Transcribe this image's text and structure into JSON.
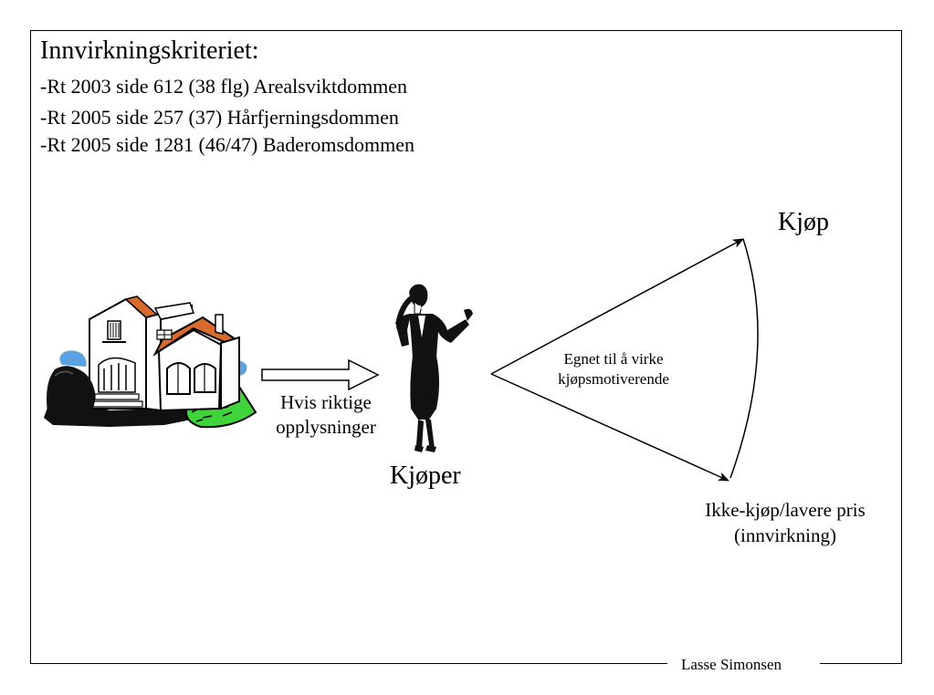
{
  "slide": {
    "title": "Innvirkningskriteriet:",
    "references": [
      "-Rt 2003 side 612 (38 flg) Arealsviktdommen",
      "-Rt 2005 side 257 (37) Hårfjerningsdommen",
      "-Rt 2005 side 1281 (46/47) Baderomsdommen"
    ],
    "author": "Lasse Simonsen"
  },
  "diagram": {
    "condition_lines": [
      "Hvis riktige",
      "opplysninger"
    ],
    "buyer_label": "Kjøper",
    "effect_lines": [
      "Egnet til å virke",
      "kjøpsmotiverende"
    ],
    "outcome_buy": "Kjøp",
    "outcome_no_buy_lines": [
      "Ikke-kjøp/lavere pris",
      "(innvirkning)"
    ],
    "icons": [
      "house-clipart-icon",
      "woman-on-phone-clipart-icon"
    ]
  }
}
